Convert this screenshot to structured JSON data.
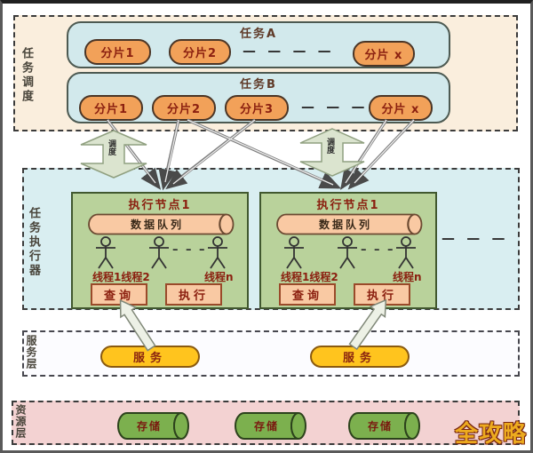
{
  "sections": {
    "scheduler_label": "任务调度",
    "executor_label": "任务执行器",
    "service_label": "服务层",
    "resource_label": "资源层"
  },
  "scheduler": {
    "task_a": {
      "title": "任务A",
      "shard1": "分片1",
      "shard2": "分片2",
      "ellipsis": "— — — —",
      "shard_x": "分片 x"
    },
    "task_b": {
      "title": "任务B",
      "shard1": "分片1",
      "shard2": "分片2",
      "shard3": "分片3",
      "ellipsis": "— — —",
      "shard_x": "分片 x"
    }
  },
  "sync_arrows": {
    "label": "调度"
  },
  "executor": {
    "ellipsis": "— — —",
    "nodes": [
      {
        "title": "执行节点1",
        "queue_label": "数据队列",
        "threads_label": "线程1线程2",
        "thread_n_label": "线程n",
        "figure_ellipsis": "– – –",
        "query_button": "查询",
        "execute_button": "执行"
      },
      {
        "title": "执行节点1",
        "queue_label": "数据队列",
        "threads_label": "线程1线程2",
        "thread_n_label": "线程n",
        "figure_ellipsis": "– – –",
        "query_button": "查询",
        "execute_button": "执行"
      }
    ]
  },
  "service": {
    "service1": "服务",
    "service2": "服务"
  },
  "resource": {
    "storage1": "存储",
    "storage2": "存储",
    "storage3": "存储"
  },
  "watermark": "全攻略",
  "colors": {
    "shard_fill": "#f2a159",
    "node_fill": "#b9d29b",
    "queue_fill": "#f9c9a3",
    "service_fill": "#ffc41e",
    "storage_fill": "#7cb04e",
    "scheduler_bg": "#faeedd",
    "executor_bg": "#d9eef1",
    "resource_bg": "#f3d2d2"
  }
}
